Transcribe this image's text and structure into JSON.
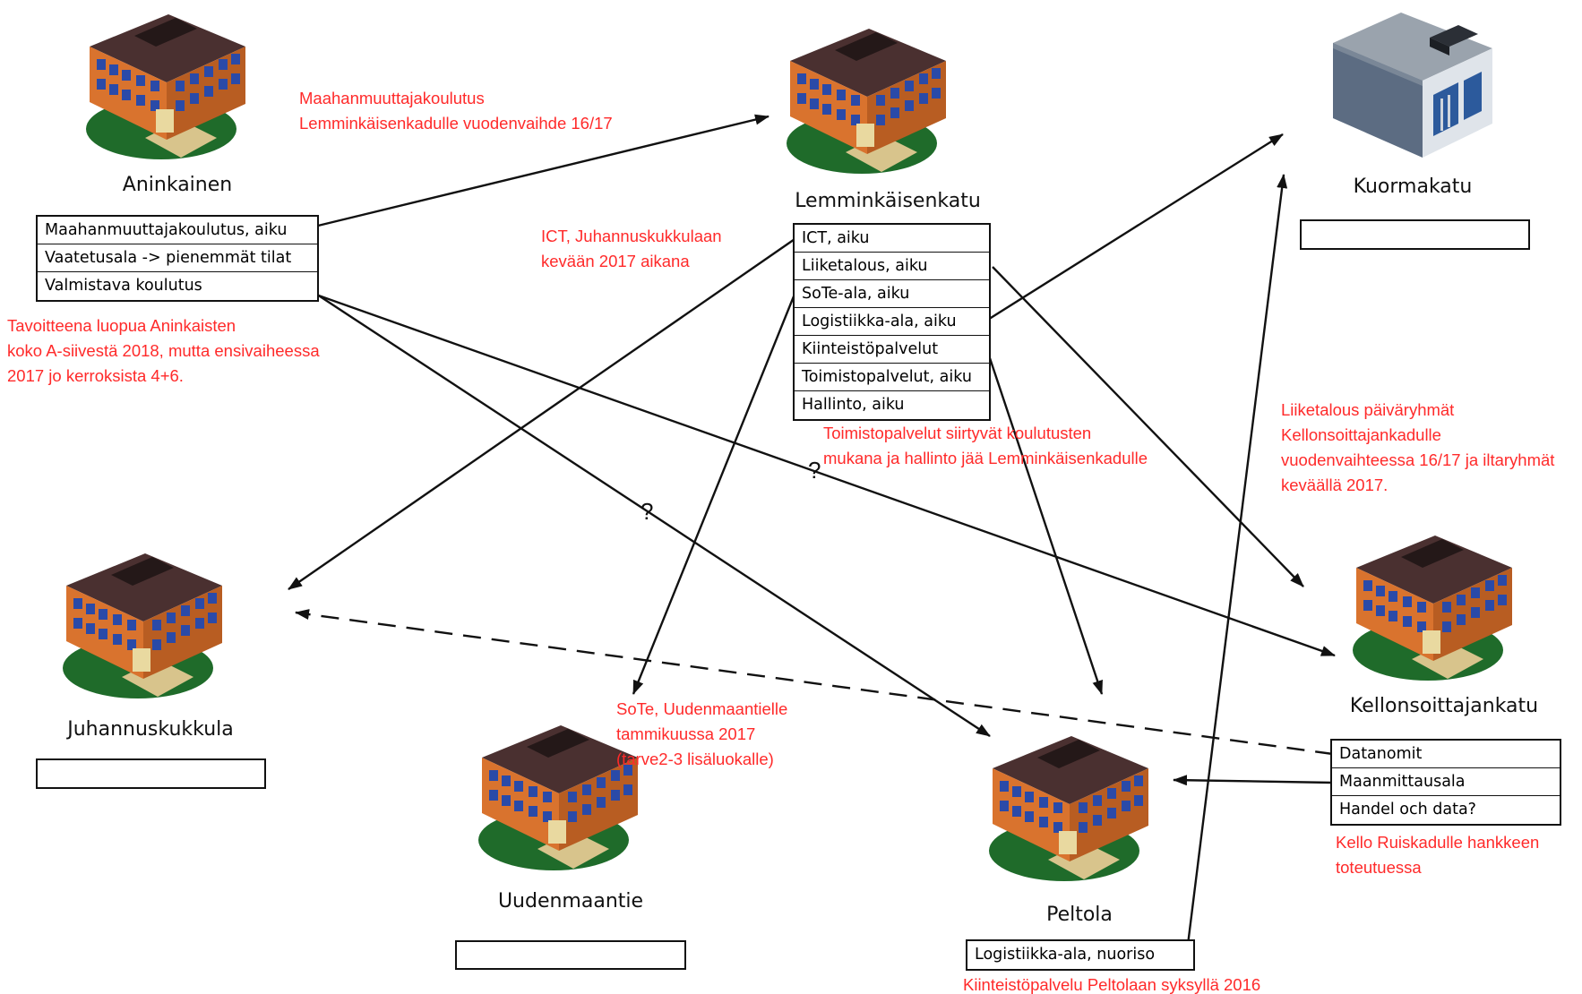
{
  "sites": {
    "aninkainen": {
      "label": "Aninkainen",
      "items": [
        "Maahanmuuttajakoulutus, aiku",
        "Vaatetusala -> pienemmät tilat",
        "Valmistava koulutus"
      ]
    },
    "lemminkaisenkatu": {
      "label": "Lemminkäisenkatu",
      "items": [
        "ICT, aiku",
        "Liiketalous, aiku",
        "SoTe-ala, aiku",
        "Logistiikka-ala, aiku",
        "Kiinteistöpalvelut",
        "Toimistopalvelut, aiku",
        "Hallinto, aiku"
      ]
    },
    "kuormakatu": {
      "label": "Kuormakatu",
      "items": []
    },
    "juhannuskukkula": {
      "label": "Juhannuskukkula",
      "items": []
    },
    "uudenmaantie": {
      "label": "Uudenmaantie",
      "items": []
    },
    "peltola": {
      "label": "Peltola",
      "items": [
        "Logistiikka-ala, nuoriso"
      ]
    },
    "kellonsoittajankatu": {
      "label": "Kellonsoittajankatu",
      "items": [
        "Datanomit",
        "Maanmittausala",
        "Handel och data?"
      ]
    }
  },
  "notes": {
    "maahanmuutto": [
      "Maahanmuuttajakoulutus",
      "Lemminkäisenkadulle vuodenvaihde 16/17"
    ],
    "ict": [
      "ICT, Juhannuskukkulaan",
      "kevään 2017 aikana"
    ],
    "tavoitteena": [
      "Tavoitteena luopua Aninkaisten",
      "koko A-siivestä 2018, mutta ensivaiheessa",
      "2017 jo kerroksista 4+6."
    ],
    "toimisto": [
      "Toimistopalvelut siirtyvät koulutusten",
      "mukana ja hallinto jää Lemminkäisenkadulle"
    ],
    "liiketalous": [
      "Liiketalous päiväryhmät",
      "Kellonsoittajankadulle",
      "vuodenvaihteessa 16/17 ja iltaryhmät",
      "keväällä 2017."
    ],
    "sote": [
      "SoTe, Uudenmaantielle",
      "tammikuussa 2017",
      "(tarve2-3 lisäluokalle)"
    ],
    "kello": [
      "Kello Ruiskadulle hankkeen",
      "toteutuessa"
    ],
    "kiinteisto": [
      "Kiinteistöpalvelu Peltolaan syksyllä 2016"
    ]
  },
  "question_marks": [
    "?",
    "?"
  ],
  "colors": {
    "note_red": "#ff2a2a",
    "brick": "#d9732e",
    "roof": "#3b2a2a",
    "lawn": "#1f6b2a"
  }
}
